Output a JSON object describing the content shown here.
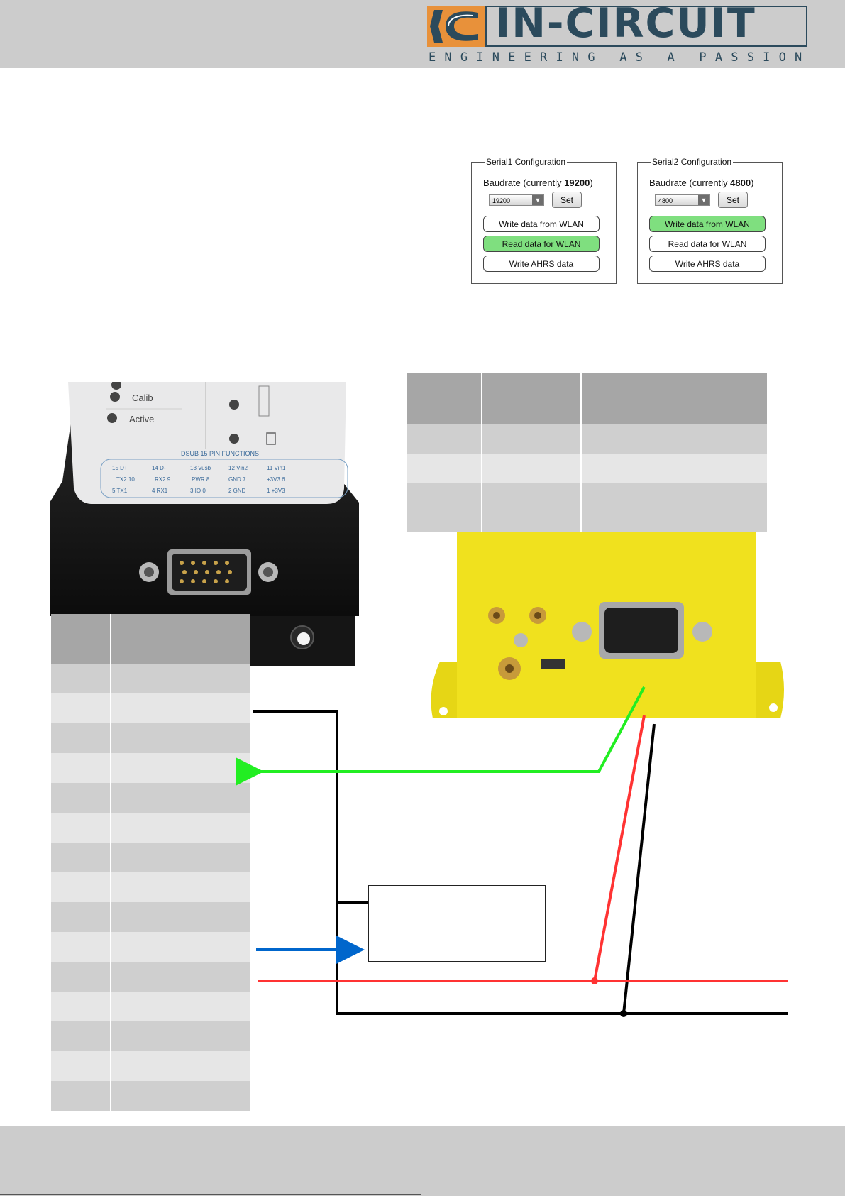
{
  "header": {
    "logo_text": "IN-CIRCUIT",
    "tagline": "ENGINEERING AS A PASSION",
    "colors": {
      "brand": "#2b4a5c",
      "accent": "#e8913a",
      "background": "#cccccc"
    }
  },
  "serial1": {
    "legend": "Serial1 Configuration",
    "baud_prefix": "Baudrate (currently ",
    "baud_current": "19200",
    "baud_suffix": ")",
    "select_value": "19200",
    "set_label": "Set",
    "buttons": [
      {
        "label": "Write data from WLAN",
        "active": false
      },
      {
        "label": "Read data for WLAN",
        "active": true
      },
      {
        "label": "Write AHRS data",
        "active": false
      }
    ]
  },
  "serial2": {
    "legend": "Serial2 Configuration",
    "baud_prefix": "Baudrate (currently ",
    "baud_current": "4800",
    "baud_suffix": ")",
    "select_value": "4800",
    "set_label": "Set",
    "buttons": [
      {
        "label": "Write data from WLAN",
        "active": true
      },
      {
        "label": "Read data for WLAN",
        "active": false
      },
      {
        "label": "Write AHRS data",
        "active": false
      }
    ]
  },
  "photo_left": {
    "leds": [
      "Calib",
      "Active"
    ],
    "panel_title": "DSUB 15 PIN FUNCTIONS",
    "pins_row1": [
      "15 D+",
      "14 D-",
      "13 Vusb",
      "12 Vin2",
      "11 Vin1"
    ],
    "pins_row2": [
      "TX2 10",
      "RX2 9",
      "PWR 8",
      "GND 7",
      "+3V3 6"
    ],
    "pins_row3": [
      "5 TX1",
      "4 RX1",
      "3 IO 0",
      "2 GND",
      "1 +3V3"
    ]
  },
  "wire_colors": {
    "green": "#22ee22",
    "red": "#ff3333",
    "black": "#000000",
    "blue": "#0066cc"
  }
}
